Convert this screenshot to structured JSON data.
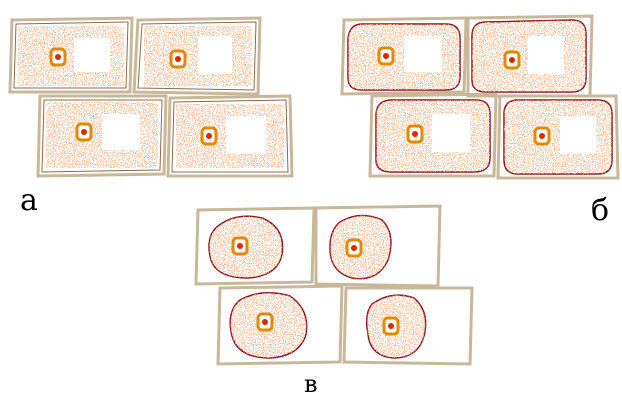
{
  "labels": {
    "a": "а",
    "b": "б",
    "c": "в"
  },
  "panels": [
    {
      "id": "a",
      "state": "normal cells",
      "cells": 4
    },
    {
      "id": "b",
      "state": "incipient plasmolysis",
      "cells": 4
    },
    {
      "id": "c",
      "state": "convex plasmolysis",
      "cells": 4
    }
  ],
  "colors": {
    "cell_wall": "#c8b89a",
    "cell_wall_dark": "#8a1e1e",
    "cytoplasm": "#e8723a",
    "protoplast_outline": "#8a1020",
    "nucleus_ring": "#e08a00",
    "nucleus_core": "#d42b00"
  }
}
